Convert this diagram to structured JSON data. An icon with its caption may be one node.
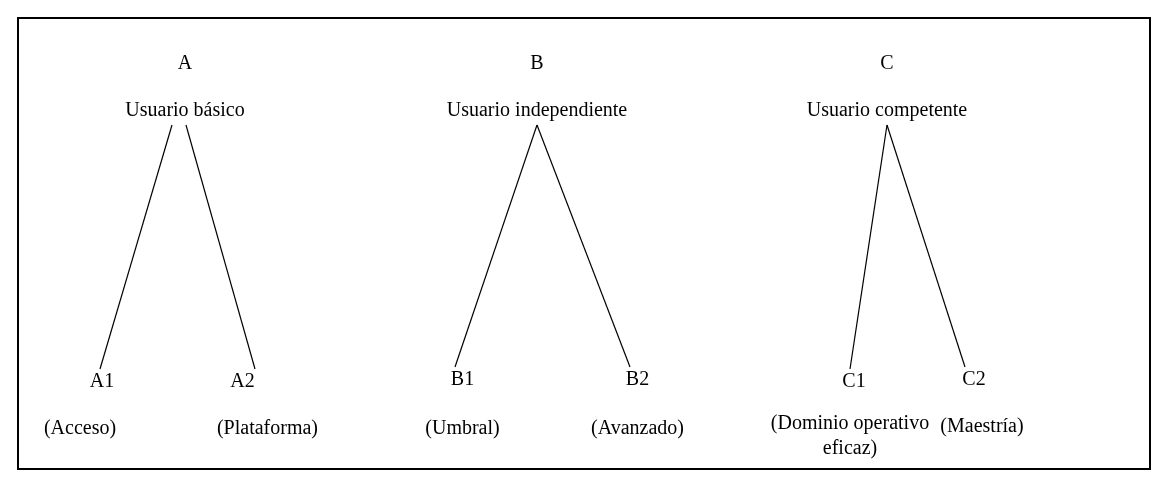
{
  "diagram": {
    "nodes": [
      {
        "text": [
          "A",
          "Usuario básico"
        ]
      },
      {
        "text": [
          "B",
          "Usuario independiente"
        ]
      },
      {
        "text": [
          "C",
          "Usuario competente"
        ]
      },
      {
        "text": [
          "A1",
          "(Acceso)"
        ]
      },
      {
        "text": [
          "A2",
          "(Plataforma)"
        ]
      },
      {
        "text": [
          "B1",
          "(Umbral)"
        ]
      },
      {
        "text": [
          "B2",
          "(Avanzado)"
        ]
      },
      {
        "text": [
          "C1",
          "(Dominio operativo eficaz)"
        ]
      },
      {
        "text": [
          "C2",
          "(Maestría)"
        ]
      }
    ],
    "edges": [
      {
        "from": 0,
        "to": 3,
        "arrow": "none"
      },
      {
        "from": 0,
        "to": 4,
        "arrow": "none"
      },
      {
        "from": 1,
        "to": 5,
        "arrow": "none"
      },
      {
        "from": 1,
        "to": 6,
        "arrow": "none"
      },
      {
        "from": 2,
        "to": 7,
        "arrow": "none"
      },
      {
        "from": 2,
        "to": 8,
        "arrow": "none"
      }
    ]
  }
}
